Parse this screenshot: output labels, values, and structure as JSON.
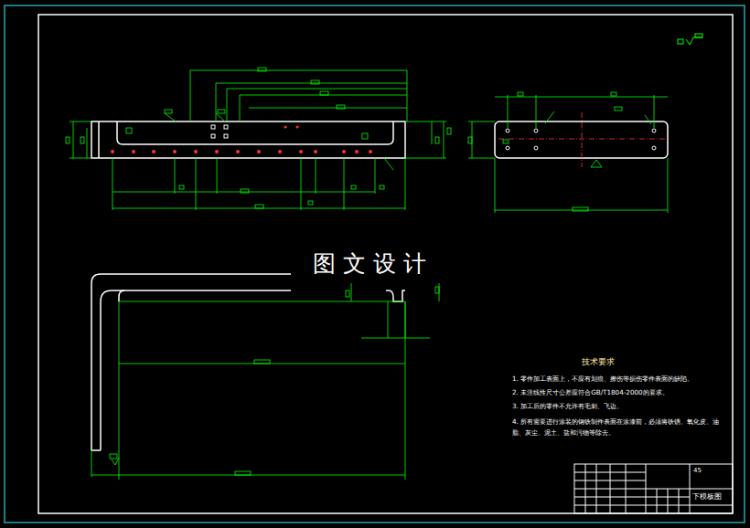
{
  "diagram": {
    "labels": [
      "图 文 设 计",
      "技术要求",
      "1. 零件加工表面上，不应有划痕、擦伤等损伤零件表面的缺陷。",
      "2. 未注线性尺寸公差应符合GB/T1804-2000的要求。",
      "3. 加工后的零件不允许有毛刺、飞边。",
      "4. 所有需要进行涂装的钢铁制件表面在涂漆前，必须将铁锈、氧化皮、油脂、灰尘、泥土、盐和污物等除去。",
      "45",
      "下模板图"
    ]
  }
}
